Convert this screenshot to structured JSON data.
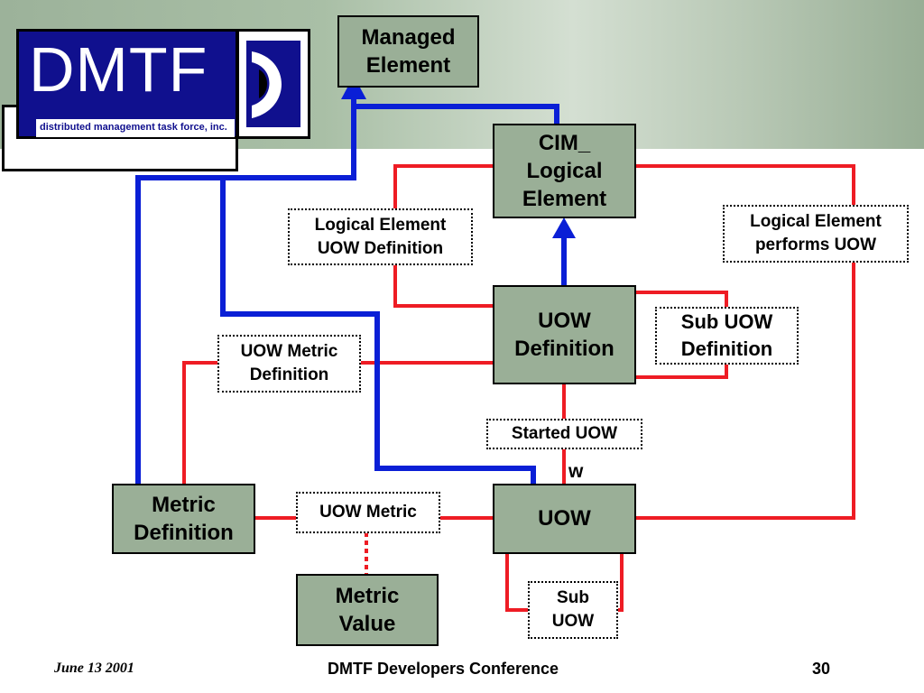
{
  "logo": {
    "name": "DMTF",
    "tagline": "distributed management task force, inc."
  },
  "colors": {
    "box_fill": "#9aaf97",
    "association_line": "#ee1c24",
    "inheritance_line": "#0a1fd6",
    "logo_blue": "#10108e"
  },
  "nodes": {
    "managed_element": "Managed\nElement",
    "cim_logical_element": "CIM_\nLogical\nElement",
    "uow_definition": "UOW\nDefinition",
    "uow": "UOW",
    "metric_definition": "Metric\nDefinition",
    "metric_value": "Metric\nValue"
  },
  "associations": {
    "logical_element_uow_definition": "Logical Element\nUOW Definition",
    "logical_element_performs_uow": "Logical Element\nperforms UOW",
    "sub_uow_definition": "Sub UOW\nDefinition",
    "uow_metric_definition": "UOW Metric\nDefinition",
    "started_uow": "Started UOW",
    "uow_metric": "UOW Metric",
    "sub_uow": "Sub\nUOW"
  },
  "weak_marker": "w",
  "footer": {
    "date": "June 13 2001",
    "conference": "DMTF Developers Conference",
    "page": "30"
  }
}
